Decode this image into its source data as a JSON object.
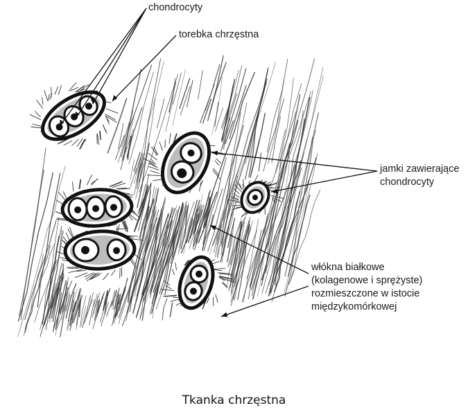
{
  "labels": {
    "chondrocytes": "chondrocyty",
    "capsule": "torebka chrzęstna",
    "lacunae": [
      "jamki zawierające",
      "chondrocyty"
    ],
    "fibers": [
      "włókna białkowe",
      "(kolagenowe i sprężyste)",
      "rozmieszczone w istocie",
      "międzykomórkowej"
    ]
  },
  "caption": "Tkanka chrzęstna",
  "colors": {
    "ink": "#1a1a1a",
    "background": "#ffffff"
  }
}
